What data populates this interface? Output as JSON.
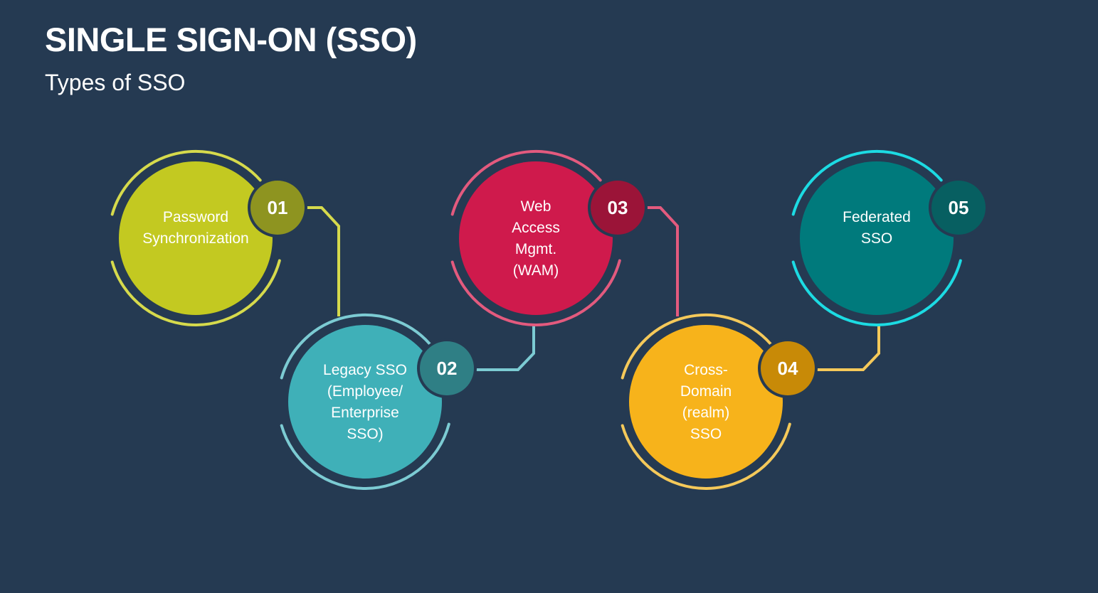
{
  "title": "SINGLE SIGN-ON (SSO)",
  "subtitle": "Types of SSO",
  "steps": [
    {
      "number": "01",
      "lines": [
        "Password",
        "Synchronization"
      ],
      "fill": "#c3c921",
      "ring": "#d6da4c",
      "badge": "#8e9420"
    },
    {
      "number": "02",
      "lines": [
        "Legacy SSO",
        "(Employee/",
        "Enterprise",
        "SSO)"
      ],
      "fill": "#3fb0b8",
      "ring": "#7ccbd3",
      "badge": "#2f7f85"
    },
    {
      "number": "03",
      "lines": [
        "Web",
        "Access",
        "Mgmt.",
        "(WAM)"
      ],
      "fill": "#cf1a4c",
      "ring": "#e35a7e",
      "badge": "#9b1438"
    },
    {
      "number": "04",
      "lines": [
        "Cross-",
        "Domain",
        "(realm)",
        "SSO"
      ],
      "fill": "#f7b31b",
      "ring": "#f5c95a",
      "badge": "#c88a07"
    },
    {
      "number": "05",
      "lines": [
        "Federated",
        "SSO"
      ],
      "fill": "#007a7c",
      "ring": "#1cdbe3",
      "badge": "#075f61"
    }
  ]
}
